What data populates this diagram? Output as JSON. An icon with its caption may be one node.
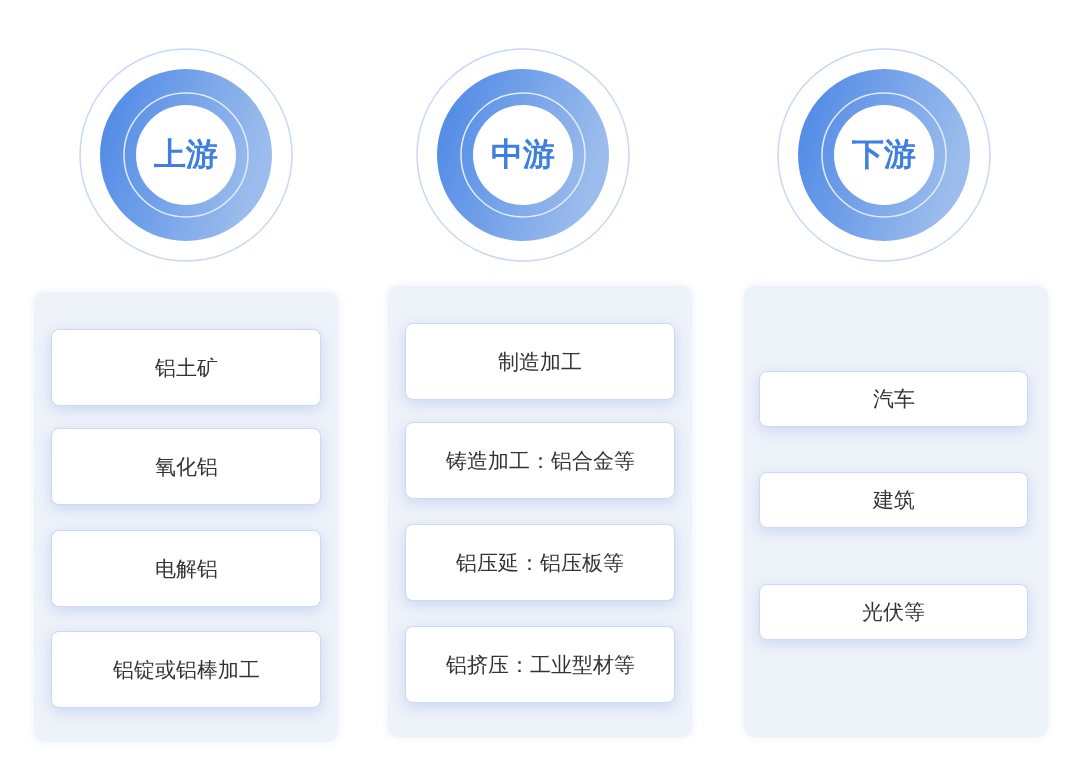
{
  "diagram": {
    "nodes": [
      {
        "text": [
          "上游"
        ]
      },
      {
        "text": [],
        "shape": "box"
      },
      {
        "text": [
          "铝土矿"
        ],
        "in": 1
      },
      {
        "text": [
          "氧化铝"
        ],
        "in": 1
      },
      {
        "text": [
          "电解铝"
        ],
        "in": 1
      },
      {
        "text": [
          "铝锭或铝棒加工"
        ],
        "in": 1
      },
      {
        "text": [
          "中游"
        ]
      },
      {
        "text": [],
        "shape": "box"
      },
      {
        "text": [
          "制造加工"
        ],
        "in": 7
      },
      {
        "text": [
          "铸造加工：铝合金等"
        ],
        "in": 7
      },
      {
        "text": [
          "铝压延：铝压板等"
        ],
        "in": 7
      },
      {
        "text": [
          "铝挤压：工业型材等"
        ],
        "in": 7
      },
      {
        "text": [
          "下游"
        ]
      },
      {
        "text": [],
        "shape": "box"
      },
      {
        "text": [
          "汽车"
        ],
        "in": 13
      },
      {
        "text": [
          "建筑"
        ],
        "in": 13
      },
      {
        "text": [
          "光伏等"
        ],
        "in": 13
      }
    ]
  }
}
